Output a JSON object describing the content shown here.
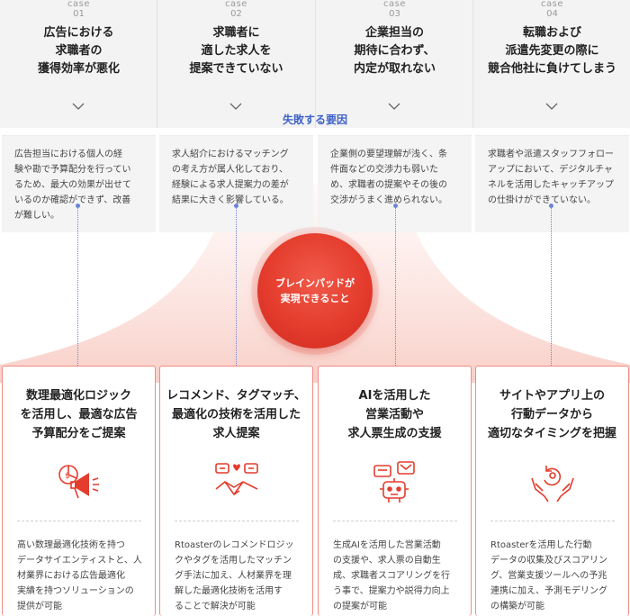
{
  "cases": [
    {
      "label": "case",
      "num": "01",
      "title": [
        "広告における",
        "求職者の",
        "獲得効率が悪化"
      ]
    },
    {
      "label": "case",
      "num": "02",
      "title": [
        "求職者に",
        "適した求人を",
        "提案できていない"
      ]
    },
    {
      "label": "case",
      "num": "03",
      "title": [
        "企業担当の",
        "期待に合わず、",
        "内定が取れない"
      ]
    },
    {
      "label": "case",
      "num": "04",
      "title": [
        "転職および",
        "派遣先変更の際に",
        "競合他社に負けてしまう"
      ]
    }
  ],
  "cause_heading": "失敗する要因",
  "causes": [
    [
      "広告担当における個人の経",
      "験や勘で予算配分を行ってい",
      "るため、最大の効果が出せて",
      "いるのか確認ができず、改善",
      "が難しい。"
    ],
    [
      "求人紹介におけるマッチング",
      "の考え方が属人化しており、",
      "経験による求人提案力の差が",
      "結果に大きく影響している。"
    ],
    [
      "企業側の要望理解が浅く、条",
      "件面などの交渉力も弱いた",
      "め、求職者の提案やその後の",
      "交渉がうまく進められない。"
    ],
    [
      "求職者や派遣スタッフフォロー",
      "アップにおいて、デジタルチャ",
      "ネルを活用したキャッチアップ",
      "の仕掛けができていない。"
    ]
  ],
  "center": [
    "ブレインパッドが",
    "実現できること"
  ],
  "solutions": [
    {
      "title": [
        "数理最適化ロジック",
        "を活用し、最適な広告",
        "予算配分をご提案"
      ],
      "icon": "ad-budget-megaphone-icon",
      "desc": [
        "高い数理最適化技術を持つ",
        "データサイエンティストと、人",
        "材業界における広告最適化",
        "実績を持つソリューションの",
        "提供が可能"
      ]
    },
    {
      "title": [
        "レコメンド、タグマッチ、",
        "最適化の技術を活用した",
        "求人提案"
      ],
      "icon": "handshake-chat-icon",
      "desc": [
        "Rtoasterのレコメンドロジッ",
        "クやタグを活用したマッチン",
        "グ手法に加え、人材業界を理",
        "解した最適化技術を活用す",
        "ることで解決が可能"
      ]
    },
    {
      "title": [
        "AIを活用した",
        "営業活動や",
        "求人票生成の支援"
      ],
      "icon": "ai-robot-icon",
      "desc": [
        "生成AIを活用した営業活動",
        "の支援や、求人票の自動生",
        "成、求職者スコアリングを行",
        "う事で、提案力や説得力向上",
        "の提案が可能"
      ]
    },
    {
      "title": [
        "サイトやアプリ上の",
        "行動データから",
        "適切なタイミングを把握"
      ],
      "icon": "hands-cycle-icon",
      "desc": [
        "Rtoasterを活用した行動",
        "データの収集及びスコアリン",
        "グ、営業支援ツールへの予兆",
        "連携に加え、予測モデリング",
        "の構築が可能"
      ]
    }
  ],
  "colors": {
    "accent_red": "#e43c2d",
    "accent_blue": "#3f63c8"
  }
}
